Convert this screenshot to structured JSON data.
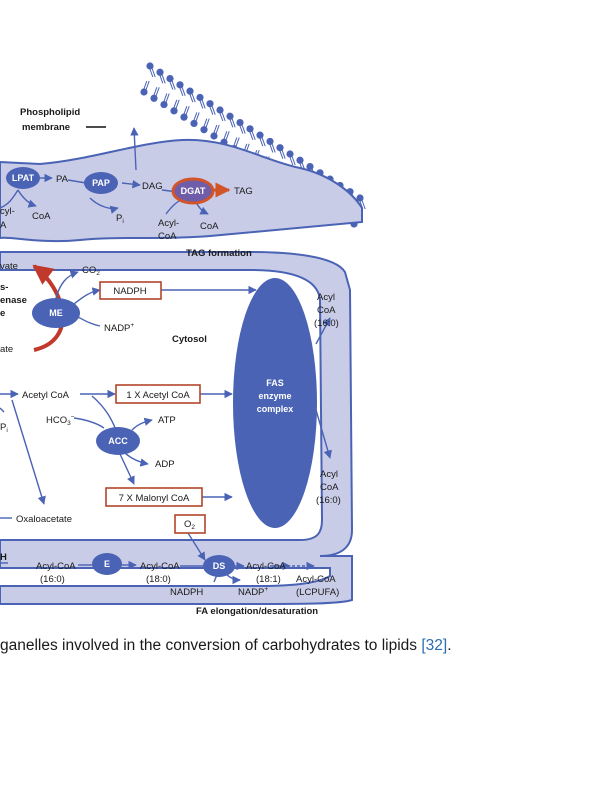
{
  "labels": {
    "phospholipid_membrane_1": "Phospholipid",
    "phospholipid_membrane_2": "membrane",
    "lpat": "LPAT",
    "pa": "PA",
    "pap": "PAP",
    "dag": "DAG",
    "dgat": "DGAT",
    "tag": "TAG",
    "acyl_left_1": "cyl-",
    "acyl_left_2": "A",
    "coa_1": "CoA",
    "pi_1": "P",
    "pi_1_sub": "i",
    "acyl_coa_dgat_1": "Acyl-",
    "acyl_coa_dgat_2": "CoA",
    "coa_2": "CoA",
    "tag_formation": "TAG formation",
    "vate": "vate",
    "s_dash": "s-",
    "enase": "enase",
    "e_frag": "e",
    "ate": "ate",
    "co2": "CO",
    "co2_sub": "2",
    "me": "ME",
    "nadph_box": "NADPH",
    "nadp": "NADP",
    "nadp_sup": "+",
    "cytosol": "Cytosol",
    "acyl_top_1": "Acyl",
    "acyl_top_2": "CoA",
    "acyl_top_3": "(16:0)",
    "fas_1": "FAS",
    "fas_2": "enzyme",
    "fas_3": "complex",
    "acetyl_coa": "Acetyl CoA",
    "acetyl_box": "1 X Acetyl CoA",
    "hco3": "HCO",
    "hco3_sub": "3",
    "hco3_sup": "−",
    "atp": "ATP",
    "pi_left": "P",
    "pi_left_sub": "i",
    "acc": "ACC",
    "adp": "ADP",
    "acyl_bottom_1": "Acyl",
    "acyl_bottom_2": "CoA",
    "acyl_bottom_3": "(16:0)",
    "malonyl_box": "7 X Malonyl CoA",
    "oxaloacetate": "Oxaloacetate",
    "o2": "O",
    "o2_sub": "2",
    "h_frag": "H",
    "acyl_coa_160_1": "Acyl-CoA",
    "acyl_coa_160_2": "(16:0)",
    "e_enzyme": "E",
    "acyl_coa_180_1": "Acyl-CoA",
    "acyl_coa_180_2": "(18:0)",
    "ds": "DS",
    "acyl_coa_181_1": "Acyl-CoA",
    "acyl_coa_181_2": "(18:1)",
    "acyl_coa_lcpufa_1": "Acyl-CoA",
    "acyl_coa_lcpufa_2": "(LCPUFA)",
    "nadph_bottom": "NADPH",
    "nadp_bottom": "NADP",
    "nadp_bottom_sup": "+",
    "fa_elongation": "FA elongation/desaturation"
  },
  "caption": {
    "text": "ganelles involved in the conversion of carbohydrates to lipids ",
    "ref": "[32]",
    "end": "."
  },
  "colors": {
    "organelle_fill": "#c9cce7",
    "outline_blue": "#4a63b5",
    "enzyme_blue": "#4a63b5",
    "box_red": "#b3462a",
    "arrow_red": "#c0392b",
    "dgat_fill": "#6f5da9"
  }
}
